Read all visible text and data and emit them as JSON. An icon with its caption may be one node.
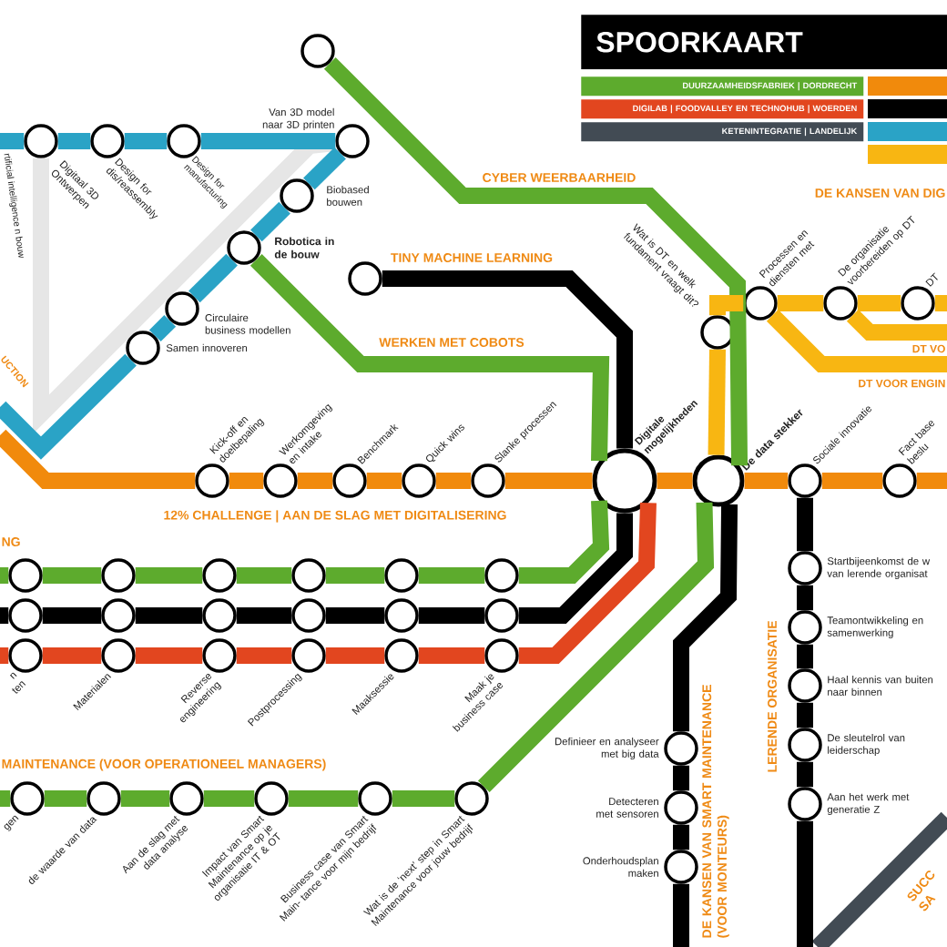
{
  "diagram": {
    "title": "SPOORKAART",
    "nodes": [
      {
        "text": [],
        "shape": "circle"
      },
      {
        "text": [
          "Digitaal 3D Ontwerpen"
        ]
      },
      {
        "text": [
          "Design for dis/reassembly"
        ]
      },
      {
        "text": [
          "Design for manufacturing"
        ]
      },
      {
        "text": [
          "Van 3D model naar 3D printen"
        ]
      },
      {
        "text": [
          "Biobased bouwen"
        ]
      },
      {
        "text": [
          "Robotica in de bouw"
        ]
      },
      {
        "text": [
          "Circulaire business modellen"
        ]
      },
      {
        "text": [
          "Samen innoveren"
        ]
      },
      {
        "text": [],
        "shape": "circle"
      },
      {
        "text": [
          "Wat is DT en welk fundament vraagt dit?"
        ]
      },
      {
        "text": [
          "Processen en diensten met"
        ]
      },
      {
        "text": [
          "De organisatie voorbereiden op DT"
        ]
      },
      {
        "text": [
          "DT"
        ]
      },
      {
        "text": [
          "Kick-off en doelbepaling"
        ]
      },
      {
        "text": [
          "Werkomgeving en intake"
        ]
      },
      {
        "text": [
          "Benchmark"
        ]
      },
      {
        "text": [
          "Quick wins"
        ]
      },
      {
        "text": [
          "Slanke processen"
        ]
      },
      {
        "text": [
          "Digitale mogelijkheden"
        ]
      },
      {
        "text": [
          "De data stekker"
        ]
      },
      {
        "text": [
          "Sociale innovatie"
        ]
      },
      {
        "text": [
          "Fact base beslu"
        ]
      },
      {
        "text": [],
        "shape": "circle"
      },
      {
        "text": [],
        "shape": "circle"
      },
      {
        "text": [],
        "shape": "circle"
      },
      {
        "text": [],
        "shape": "circle"
      },
      {
        "text": [],
        "shape": "circle"
      },
      {
        "text": [],
        "shape": "circle"
      },
      {
        "text": [],
        "shape": "circle"
      },
      {
        "text": [],
        "shape": "circle"
      },
      {
        "text": [],
        "shape": "circle"
      },
      {
        "text": [],
        "shape": "circle"
      },
      {
        "text": [],
        "shape": "circle"
      },
      {
        "text": [],
        "shape": "circle"
      },
      {
        "text": [
          "n ten"
        ]
      },
      {
        "text": [
          "Materialen"
        ]
      },
      {
        "text": [
          "Reverse engineering"
        ]
      },
      {
        "text": [
          "Postprocessing"
        ]
      },
      {
        "text": [
          "Maaksessie"
        ]
      },
      {
        "text": [
          "Maak je business case"
        ]
      },
      {
        "text": [
          "gen"
        ]
      },
      {
        "text": [
          "de waarde van data"
        ]
      },
      {
        "text": [
          "Aan de slag met data analyse"
        ]
      },
      {
        "text": [
          "Impact van Smart Maintenance op je organisatie IT & OT"
        ]
      },
      {
        "text": [
          "Business case van Smart Main- tance voor mijn bedrijf"
        ]
      },
      {
        "text": [
          "Wat is de ‘next’ step in Smart Maintenance voor jouw bedrijf"
        ]
      },
      {
        "text": [
          "Definieer en analyseer met big data"
        ]
      },
      {
        "text": [
          "Detecteren met sensoren"
        ]
      },
      {
        "text": [
          "Onderhoudsplan maken"
        ]
      },
      {
        "text": [
          "Startbijeenkomst de w van lerende organisat"
        ]
      },
      {
        "text": [
          "Teamontwikkeling en samenwerking"
        ]
      },
      {
        "text": [
          "Haal kennis van buiten naar binnen"
        ]
      },
      {
        "text": [
          "De sleutelrol van leiderschap"
        ]
      },
      {
        "text": [
          "Aan het werk met generatie Z"
        ]
      }
    ],
    "edges": [
      {
        "from": 1,
        "to": 4,
        "arrow": "none",
        "color": "#e6e6e6"
      },
      {
        "from": null,
        "to": 1,
        "arrow": "none",
        "color": "#2aa3c6"
      },
      {
        "from": 1,
        "to": 2,
        "arrow": "none",
        "color": "#2aa3c6"
      },
      {
        "from": 2,
        "to": 3,
        "arrow": "none",
        "color": "#2aa3c6"
      },
      {
        "from": 3,
        "to": 4,
        "arrow": "none",
        "color": "#2aa3c6"
      },
      {
        "from": 4,
        "to": 5,
        "arrow": "none",
        "color": "#2aa3c6"
      },
      {
        "from": 5,
        "to": 6,
        "arrow": "none",
        "color": "#2aa3c6"
      },
      {
        "from": 6,
        "to": 7,
        "arrow": "none",
        "color": "#2aa3c6"
      },
      {
        "from": 7,
        "to": 8,
        "arrow": "none",
        "color": "#2aa3c6"
      },
      {
        "from": 8,
        "to": null,
        "arrow": "none",
        "color": "#2aa3c6"
      },
      {
        "from": 0,
        "to": 20,
        "arrow": "none",
        "color": "#5dab2d"
      },
      {
        "from": 9,
        "to": 19,
        "arrow": "none",
        "color": "#000000"
      },
      {
        "from": 6,
        "to": 19,
        "arrow": "none",
        "color": "#5dab2d"
      },
      {
        "from": null,
        "to": 14,
        "arrow": "none",
        "color": "#f18a0c"
      },
      {
        "from": 14,
        "to": 15,
        "arrow": "none",
        "color": "#f18a0c"
      },
      {
        "from": 15,
        "to": 16,
        "arrow": "none",
        "color": "#f18a0c"
      },
      {
        "from": 16,
        "to": 17,
        "arrow": "none",
        "color": "#f18a0c"
      },
      {
        "from": 17,
        "to": 18,
        "arrow": "none",
        "color": "#f18a0c"
      },
      {
        "from": 18,
        "to": 19,
        "arrow": "none",
        "color": "#f18a0c"
      },
      {
        "from": 19,
        "to": 20,
        "arrow": "none",
        "color": "#f18a0c"
      },
      {
        "from": 20,
        "to": 21,
        "arrow": "none",
        "color": "#f18a0c"
      },
      {
        "from": 21,
        "to": 22,
        "arrow": "none",
        "color": "#f18a0c"
      },
      {
        "from": 22,
        "to": null,
        "arrow": "none",
        "color": "#f18a0c"
      },
      {
        "from": 10,
        "to": 20,
        "arrow": "none",
        "color": "#f8b612"
      },
      {
        "from": 10,
        "to": 11,
        "arrow": "none",
        "color": "#f8b612"
      },
      {
        "from": 11,
        "to": 12,
        "arrow": "none",
        "color": "#f8b612"
      },
      {
        "from": 12,
        "to": 13,
        "arrow": "none",
        "color": "#f8b612"
      },
      {
        "from": 13,
        "to": null,
        "arrow": "none",
        "color": "#f8b612"
      },
      {
        "from": 11,
        "to": null,
        "arrow": "none",
        "color": "#f8b612"
      },
      {
        "from": 12,
        "to": null,
        "arrow": "none",
        "color": "#f8b612"
      },
      {
        "from": 19,
        "to": 28,
        "arrow": "none",
        "color": "#5dab2d"
      },
      {
        "from": 28,
        "to": 27,
        "arrow": "none",
        "color": "#5dab2d"
      },
      {
        "from": 27,
        "to": 26,
        "arrow": "none",
        "color": "#5dab2d"
      },
      {
        "from": 26,
        "to": 25,
        "arrow": "none",
        "color": "#5dab2d"
      },
      {
        "from": 25,
        "to": 24,
        "arrow": "none",
        "color": "#5dab2d"
      },
      {
        "from": 24,
        "to": 23,
        "arrow": "none",
        "color": "#5dab2d"
      },
      {
        "from": 23,
        "to": null,
        "arrow": "none",
        "color": "#5dab2d"
      },
      {
        "from": 19,
        "to": 34,
        "arrow": "none",
        "color": "#000000"
      },
      {
        "from": 34,
        "to": 33,
        "arrow": "none",
        "color": "#000000"
      },
      {
        "from": 33,
        "to": 32,
        "arrow": "none",
        "color": "#000000"
      },
      {
        "from": 32,
        "to": 31,
        "arrow": "none",
        "color": "#000000"
      },
      {
        "from": 31,
        "to": 30,
        "arrow": "none",
        "color": "#000000"
      },
      {
        "from": 30,
        "to": 29,
        "arrow": "none",
        "color": "#000000"
      },
      {
        "from": 29,
        "to": null,
        "arrow": "none",
        "color": "#000000"
      },
      {
        "from": 19,
        "to": 40,
        "arrow": "none",
        "color": "#e2461f"
      },
      {
        "from": 40,
        "to": 39,
        "arrow": "none",
        "color": "#e2461f"
      },
      {
        "from": 39,
        "to": 38,
        "arrow": "none",
        "color": "#e2461f"
      },
      {
        "from": 38,
        "to": 37,
        "arrow": "none",
        "color": "#e2461f"
      },
      {
        "from": 37,
        "to": 36,
        "arrow": "none",
        "color": "#e2461f"
      },
      {
        "from": 36,
        "to": 35,
        "arrow": "none",
        "color": "#e2461f"
      },
      {
        "from": 35,
        "to": null,
        "arrow": "none",
        "color": "#e2461f"
      },
      {
        "from": 20,
        "to": 46,
        "arrow": "none",
        "color": "#5dab2d"
      },
      {
        "from": 46,
        "to": 45,
        "arrow": "none",
        "color": "#5dab2d"
      },
      {
        "from": 45,
        "to": 44,
        "arrow": "none",
        "color": "#5dab2d"
      },
      {
        "from": 44,
        "to": 43,
        "arrow": "none",
        "color": "#5dab2d"
      },
      {
        "from": 43,
        "to": 42,
        "arrow": "none",
        "color": "#5dab2d"
      },
      {
        "from": 42,
        "to": 41,
        "arrow": "none",
        "color": "#5dab2d"
      },
      {
        "from": 41,
        "to": null,
        "arrow": "none",
        "color": "#5dab2d"
      },
      {
        "from": 20,
        "to": 47,
        "arrow": "none",
        "color": "#000000"
      },
      {
        "from": 47,
        "to": 48,
        "arrow": "none",
        "color": "#000000"
      },
      {
        "from": 48,
        "to": 49,
        "arrow": "none",
        "color": "#000000"
      },
      {
        "from": 49,
        "to": null,
        "arrow": "none",
        "color": "#000000"
      },
      {
        "from": 21,
        "to": 50,
        "arrow": "none",
        "color": "#000000"
      },
      {
        "from": 50,
        "to": 51,
        "arrow": "none",
        "color": "#000000"
      },
      {
        "from": 51,
        "to": 52,
        "arrow": "none",
        "color": "#000000"
      },
      {
        "from": 52,
        "to": 53,
        "arrow": "none",
        "color": "#000000"
      },
      {
        "from": 53,
        "to": 54,
        "arrow": "none",
        "color": "#000000"
      },
      {
        "from": 54,
        "to": null,
        "arrow": "none",
        "color": "#000000"
      }
    ],
    "labels": [
      "rtificial intelligence n bouw",
      "CYBER WEERBAARHEID",
      "TINY MACHINE LEARNING",
      "WERKEN MET COBOTS",
      "DE KANSEN VAN DIG",
      "DT VO",
      "DT VOOR ENGIN",
      "UCTION",
      "12% CHALLENGE | AAN DE SLAG MET DIGITALISERING",
      "NG",
      "MAINTENANCE (VOOR OPERATIONEEL MANAGERS)",
      "LERENDE ORGANISATIE",
      "DE KANSEN VAN SMART MAINTENANCE (VOOR MONTEURS)",
      "SUCC SA"
    ],
    "legend": [
      {
        "text": "DUURZAAMHEIDSFABRIEK | DORDRECHT",
        "color": "#5dab2d"
      },
      {
        "text": "DIGILAB | FOODVALLEY EN TECHNOHUB | WOERDEN",
        "color": "#e2461f"
      },
      {
        "text": "KETENINTEGRATIE | LANDELIJK",
        "color": "#424b54"
      }
    ]
  }
}
